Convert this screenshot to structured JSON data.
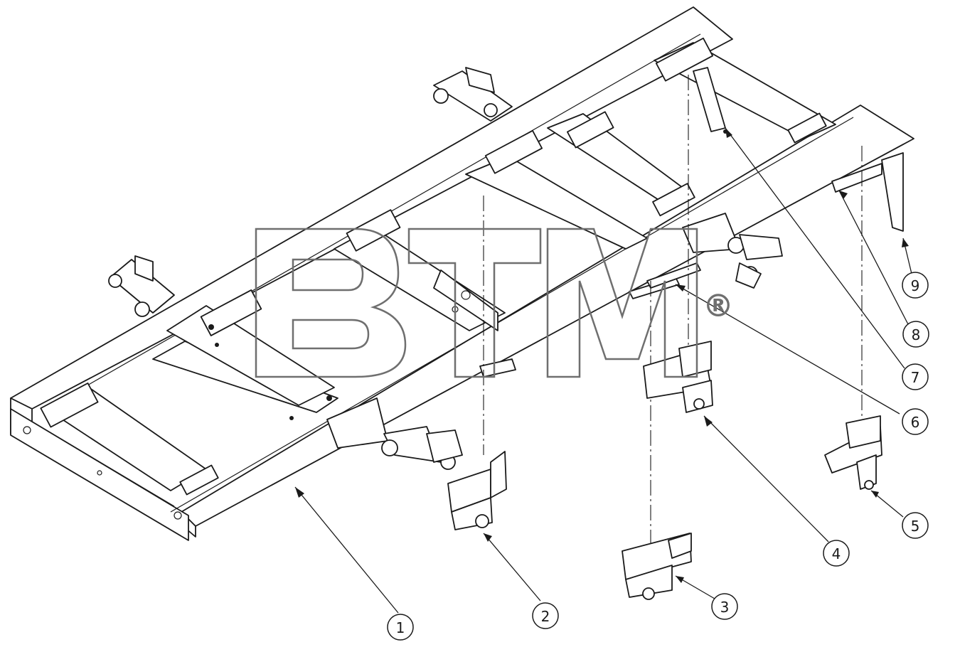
{
  "diagram": {
    "callouts": [
      {
        "label": "1"
      },
      {
        "label": "2"
      },
      {
        "label": "3"
      },
      {
        "label": "4"
      },
      {
        "label": "5"
      },
      {
        "label": "6"
      },
      {
        "label": "7"
      },
      {
        "label": "8"
      },
      {
        "label": "9"
      }
    ]
  },
  "watermark": {
    "brand": "BTM",
    "registered": "®"
  },
  "colors": {
    "line": "#1a1a1a",
    "watermark": "#6f6f6f",
    "background": "#ffffff"
  }
}
